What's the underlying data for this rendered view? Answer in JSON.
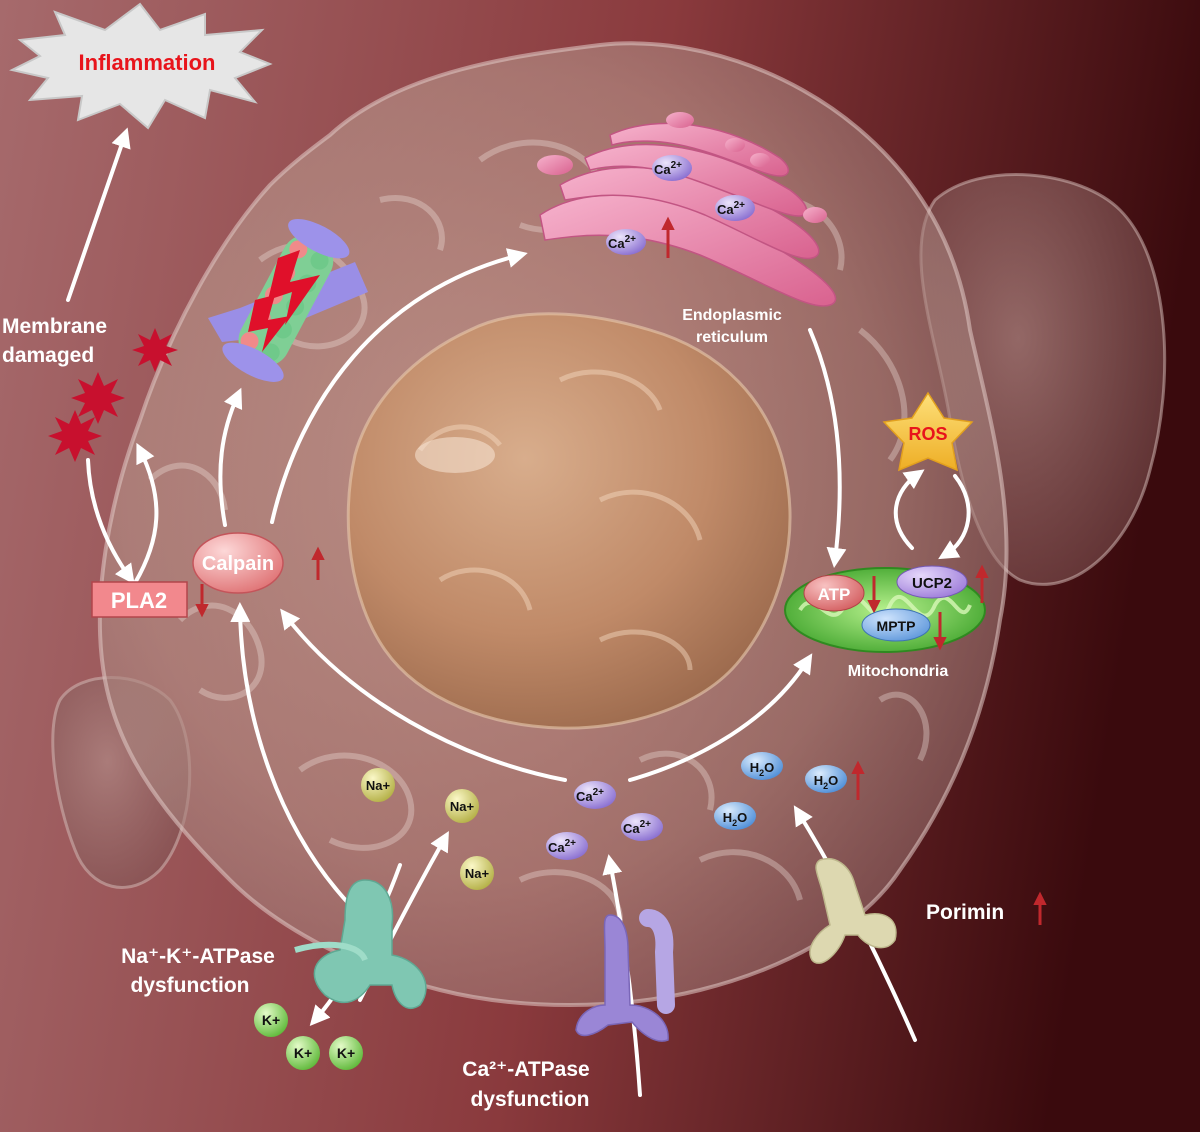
{
  "labels": {
    "inflammation": "Inflammation",
    "membrane_line1": "Membrane",
    "membrane_line2": "damaged",
    "pla2": "PLA2",
    "calpain": "Calpain",
    "er_line1": "Endoplasmic",
    "er_line2": "reticulum",
    "ros": "ROS",
    "atp": "ATP",
    "ucp2": "UCP2",
    "mptp": "MPTP",
    "mitochondria": "Mitochondria",
    "porimin": "Porimin",
    "nak_line1": "Na⁺-K⁺-ATPase",
    "nak_line2": "dysfunction",
    "ca_line1": "Ca²⁺-ATPase",
    "ca_line2": "dysfunction"
  },
  "ions": {
    "na": "Na+",
    "k": "K+",
    "ca_base": "Ca",
    "ca_sup": "2+",
    "h2o_h": "H",
    "h2o_sub": "2",
    "h2o_o": "O"
  },
  "colors": {
    "background_left": "#a86a6c",
    "background_right": "#3e0b0e",
    "label_white": "#ffffff",
    "inflammation_red": "#e8141b",
    "arrow_red": "#c0282d",
    "burst_red": "#c8102e",
    "pla2_fill": "#f2888d",
    "calpain_fill": "#ef8b8b",
    "ros_fill": "#f7c948",
    "mito_green": "#62c843",
    "na_fill": "#dcd978",
    "k_fill": "#9be070",
    "ca_fill": "#b6a2e3",
    "h2o_fill": "#7cb1ea"
  }
}
